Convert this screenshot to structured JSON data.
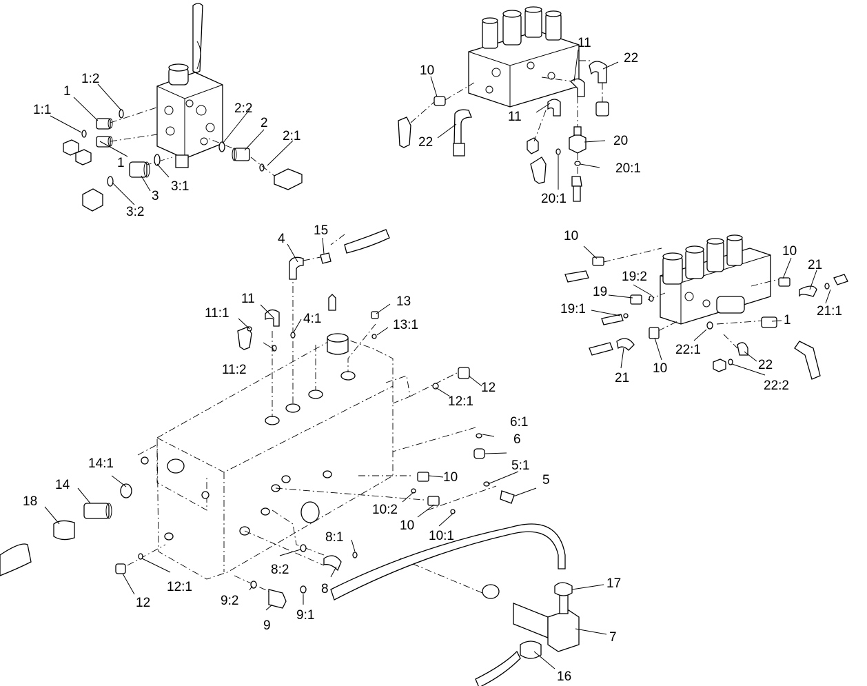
{
  "labels": {
    "l01": "1:2",
    "l02": "1",
    "l03": "1:1",
    "l04": "1",
    "l05": "2:2",
    "l06": "2",
    "l07": "2:1",
    "l08": "3:1",
    "l09": "3",
    "l10": "3:2",
    "l11": "10",
    "l12": "11",
    "l13": "22",
    "l14": "11",
    "l15": "22",
    "l16": "20",
    "l17": "20:1",
    "l18": "20:1",
    "l19": "4",
    "l20": "15",
    "l21": "11",
    "l22": "11:1",
    "l23": "4:1",
    "l24": "13",
    "l25": "13:1",
    "l26": "11:2",
    "l27": "10",
    "l28": "10",
    "l29": "21",
    "l30": "19:2",
    "l31": "19",
    "l32": "19:1",
    "l33": "21:1",
    "l34": "1",
    "l35": "22:1",
    "l36": "21",
    "l37": "10",
    "l38": "22",
    "l39": "22:2",
    "l40": "12",
    "l41": "12:1",
    "l42": "6:1",
    "l43": "6",
    "l44": "14:1",
    "l45": "14",
    "l46": "18",
    "l47": "10",
    "l48": "5:1",
    "l49": "5",
    "l50": "10:2",
    "l51": "10",
    "l52": "10:1",
    "l53": "8:1",
    "l54": "8:2",
    "l55": "8",
    "l56": "12",
    "l57": "12:1",
    "l58": "9:2",
    "l59": "9",
    "l60": "9:1",
    "l61": "17",
    "l62": "7",
    "l63": "16"
  }
}
